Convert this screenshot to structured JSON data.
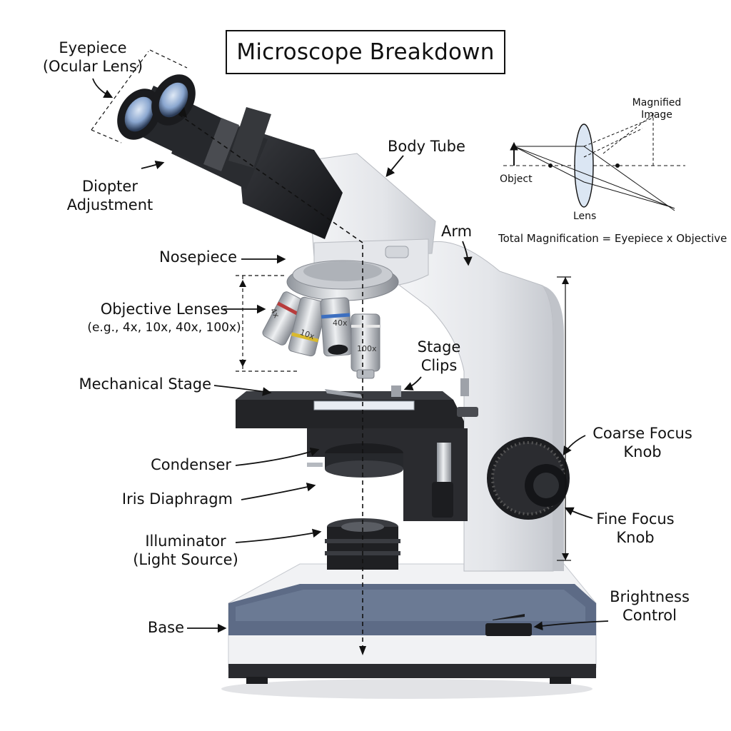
{
  "title": "Microscope Breakdown",
  "labels": {
    "eyepiece": {
      "line1": "Eyepiece",
      "line2": "(Ocular Lens)"
    },
    "diopter": {
      "line1": "Diopter",
      "line2": "Adjustment"
    },
    "body_tube": "Body Tube",
    "arm": "Arm",
    "nosepiece": "Nosepiece",
    "objective_lenses": {
      "line1": "Objective Lenses",
      "line2": "(e.g., 4x, 10x, 40x, 100x)"
    },
    "stage_clips": {
      "line1": "Stage",
      "line2": "Clips"
    },
    "mechanical_stage": "Mechanical Stage",
    "condenser": "Condenser",
    "iris_diaphragm": "Iris Diaphragm",
    "illuminator": {
      "line1": "Illuminator",
      "line2": "(Light Source)"
    },
    "base": "Base",
    "coarse_focus": {
      "line1": "Coarse Focus",
      "line2": "Knob"
    },
    "fine_focus": {
      "line1": "Fine Focus",
      "line2": "Knob"
    },
    "brightness": {
      "line1": "Brightness",
      "line2": "Control"
    }
  },
  "objective_markings": [
    "4x",
    "10x",
    "40x",
    "100x"
  ],
  "optics_inset": {
    "magnified_image": {
      "line1": "Magnified",
      "line2": "Image"
    },
    "object": "Object",
    "lens": "Lens",
    "formula": "Total Magnification = Eyepiece x Objective"
  },
  "colors": {
    "body": "#e9ebee",
    "body_shade": "#c9ccd2",
    "black": "#1c1d20",
    "metal": "#b9bdc3",
    "base_accent": "#5d6b86",
    "lens_blue": "#9fb8d8"
  }
}
